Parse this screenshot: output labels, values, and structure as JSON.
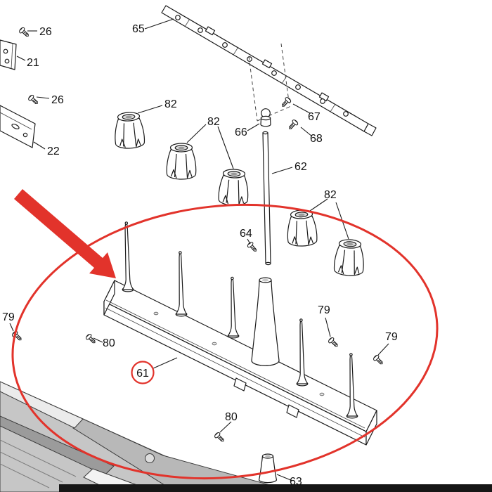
{
  "figure": {
    "type": "exploded-parts-diagram",
    "background": "#ffffff",
    "line_color": "#1a1a1a",
    "highlight_color": "#e2332b",
    "frame_gray": "#c6c6c6",
    "bottom_bar_color": "#161616"
  },
  "callouts": {
    "n26_top": "26",
    "n21": "21",
    "n26_mid": "26",
    "n22": "22",
    "n65": "65",
    "n82_a": "82",
    "n82_b": "82",
    "n66": "66",
    "n67": "67",
    "n68": "68",
    "n62": "62",
    "n82_c": "82",
    "n64": "64",
    "n79_left": "79",
    "n80_left": "80",
    "n61": "61",
    "n79_mid": "79",
    "n79_right": "79",
    "n80_bottom": "80",
    "n63": "63"
  }
}
